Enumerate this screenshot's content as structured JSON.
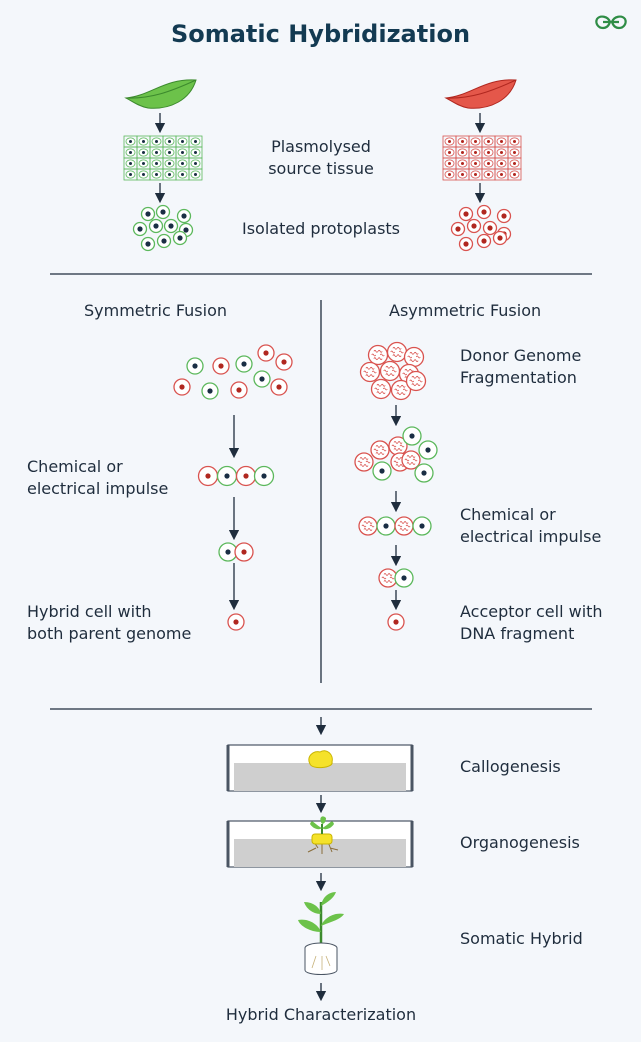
{
  "title": "Somatic Hybridization",
  "labels": {
    "plasmolysed_1": "Plasmolysed",
    "plasmolysed_2": "source tissue",
    "isolated": "Isolated protoplasts",
    "symmetric": "Symmetric Fusion",
    "asymmetric": "Asymmetric Fusion",
    "sym_impulse_1": "Chemical or",
    "sym_impulse_2": "electrical impulse",
    "hybrid_cell_1": "Hybrid cell with",
    "hybrid_cell_2": "both parent genome",
    "donor_1": "Donor Genome",
    "donor_2": "Fragmentation",
    "asym_impulse_1": "Chemical or",
    "asym_impulse_2": "electrical impulse",
    "acceptor_1": "Acceptor cell with",
    "acceptor_2": "DNA fragment",
    "callogenesis": "Callogenesis",
    "organogenesis": "Organogenesis",
    "somatic_hybrid": "Somatic Hybrid",
    "characterization": "Hybrid Characterization"
  },
  "icons": {
    "logo": "gfg-logo-icon",
    "leaf_left": "green-leaf-icon",
    "leaf_right": "red-leaf-icon",
    "petri": "petri-dish-icon",
    "plant": "plant-pot-icon"
  },
  "colors": {
    "title": "#133a52",
    "green_cell": "#5cb85c",
    "red_cell": "#d9534f",
    "nucleus_dark": "#1a2e44",
    "nucleus_red": "#b0271f",
    "logo": "#2f8d46",
    "callus": "#f5e22a",
    "medium": "#cfcfcf"
  }
}
